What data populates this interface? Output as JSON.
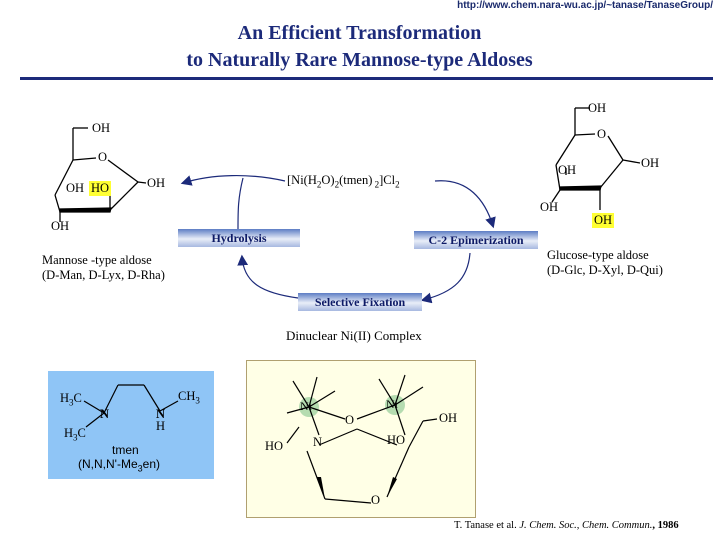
{
  "url": "http://www.chem.nara-wu.ac.jp/~tanase/TanaseGroup/",
  "title": {
    "line1": "An Efficient Transformation",
    "line2": "to Naturally Rare Mannose-type Aldoses"
  },
  "reagent": {
    "prefix": "[Ni(H",
    "sub1": "2",
    "mid1": "O)",
    "sub2": "2",
    "mid2": "(tmen)",
    "sub3": " 2",
    "mid3": "]Cl",
    "sub4": "2"
  },
  "steps": {
    "hydrolysis": "Hydrolysis",
    "epimerization": "C-2 Epimerization",
    "fixation": "Selective Fixation"
  },
  "complex_label": "Dinuclear Ni(II) Complex",
  "mannose": {
    "name": "Mannose  -type aldose",
    "examples": "(D-Man, D-Lyx, D-Rha)",
    "oh_top": "OH",
    "o_ring": "O",
    "oh_left": "OH",
    "ho_hl": "HO",
    "oh_right": "OH",
    "oh_bottom": "OH"
  },
  "glucose": {
    "name": "Glucose-type aldose",
    "examples": "(D-Glc, D-Xyl, D-Qui)",
    "oh_top": "OH",
    "o_ring": "O",
    "oh_left": "OH",
    "oh_right": "OH",
    "oh_bottom": "OH",
    "oh_hl": "OH"
  },
  "tmen": {
    "h3c_top": "H",
    "h3c_top_sub": "3",
    "h3c_top_c": "C",
    "ch3": "CH",
    "ch3_sub": "3",
    "n_left": "N",
    "n_right": "N",
    "h": "H",
    "h3c_bottom": "H",
    "h3c_bottom_sub": "3",
    "h3c_bottom_c": "C",
    "name": "tmen",
    "formula_pre": "(N,N,N'-Me",
    "formula_sub": "3",
    "formula_post": "en)"
  },
  "complex": {
    "ni1": "Ni",
    "ni2": "Ni",
    "o_bridge": "O",
    "o_ring": "O",
    "ho_left": "HO",
    "n": "N",
    "ho_mid": "HO",
    "oh_right": "OH"
  },
  "citation": {
    "authors": "T. Tanase et al. ",
    "journal": "J. Chem. Soc., Chem. Commun.",
    "year": ", 1986"
  },
  "colors": {
    "title": "#1c2a7a",
    "highlight": "#ffff33",
    "ni_atom": "#b5dcb0",
    "tmen_box": "#8fc5f6",
    "arrow": "#1c2a7a"
  }
}
